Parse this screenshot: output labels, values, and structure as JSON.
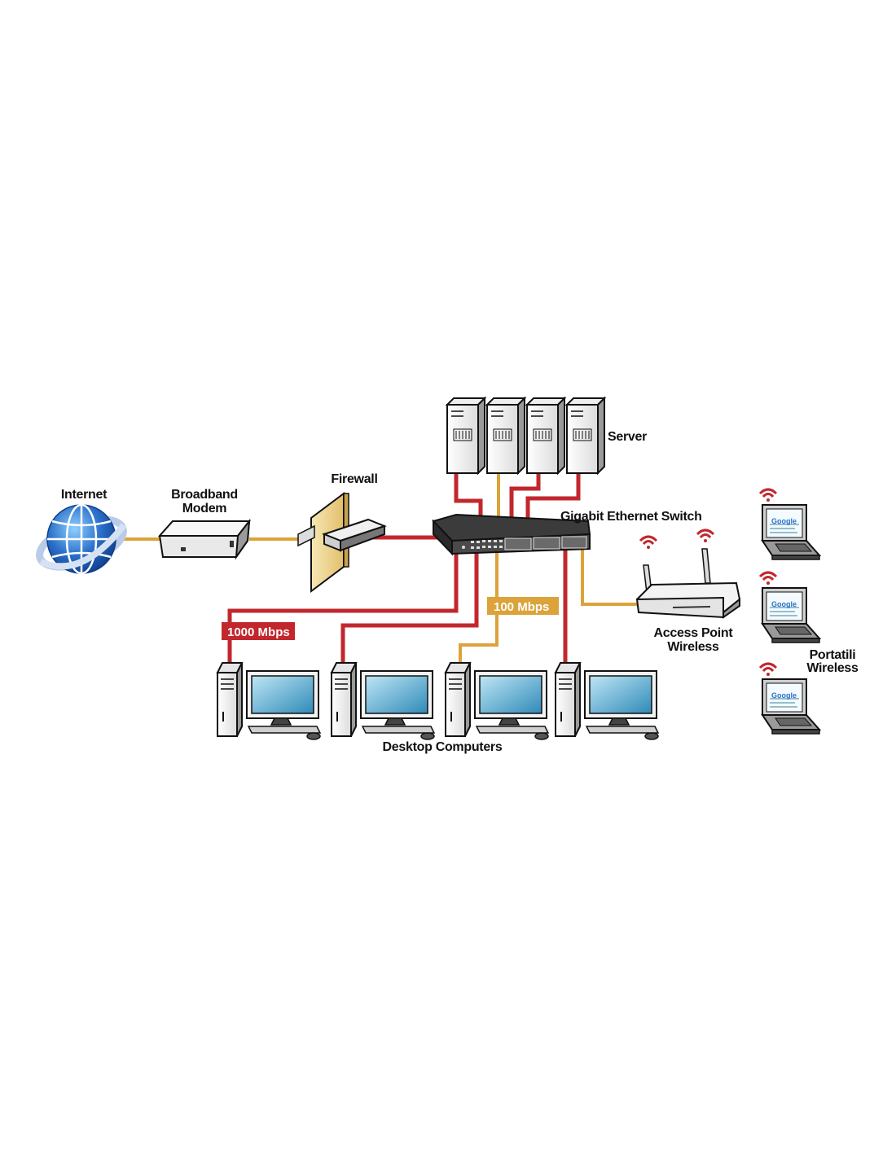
{
  "labels": {
    "internet": "Internet",
    "modem_line1": "Broadband",
    "modem_line2": "Modem",
    "firewall": "Firewall",
    "server": "Server",
    "switch": "Gigabit Ethernet Switch",
    "ap_line1": "Access Point",
    "ap_line2": "Wireless",
    "laptops_line1": "Portatili",
    "laptops_line2": "Wireless",
    "desktops": "Desktop Computers"
  },
  "links": {
    "fast_label": "1000 Mbps",
    "slow_label": "100 Mbps"
  },
  "laptop_screen_logo": "Google",
  "colors": {
    "link_1000": "#c1272d",
    "link_100": "#dba33a",
    "globe": "#2a6fc9",
    "monitor_screen": "#4aa3c8"
  }
}
